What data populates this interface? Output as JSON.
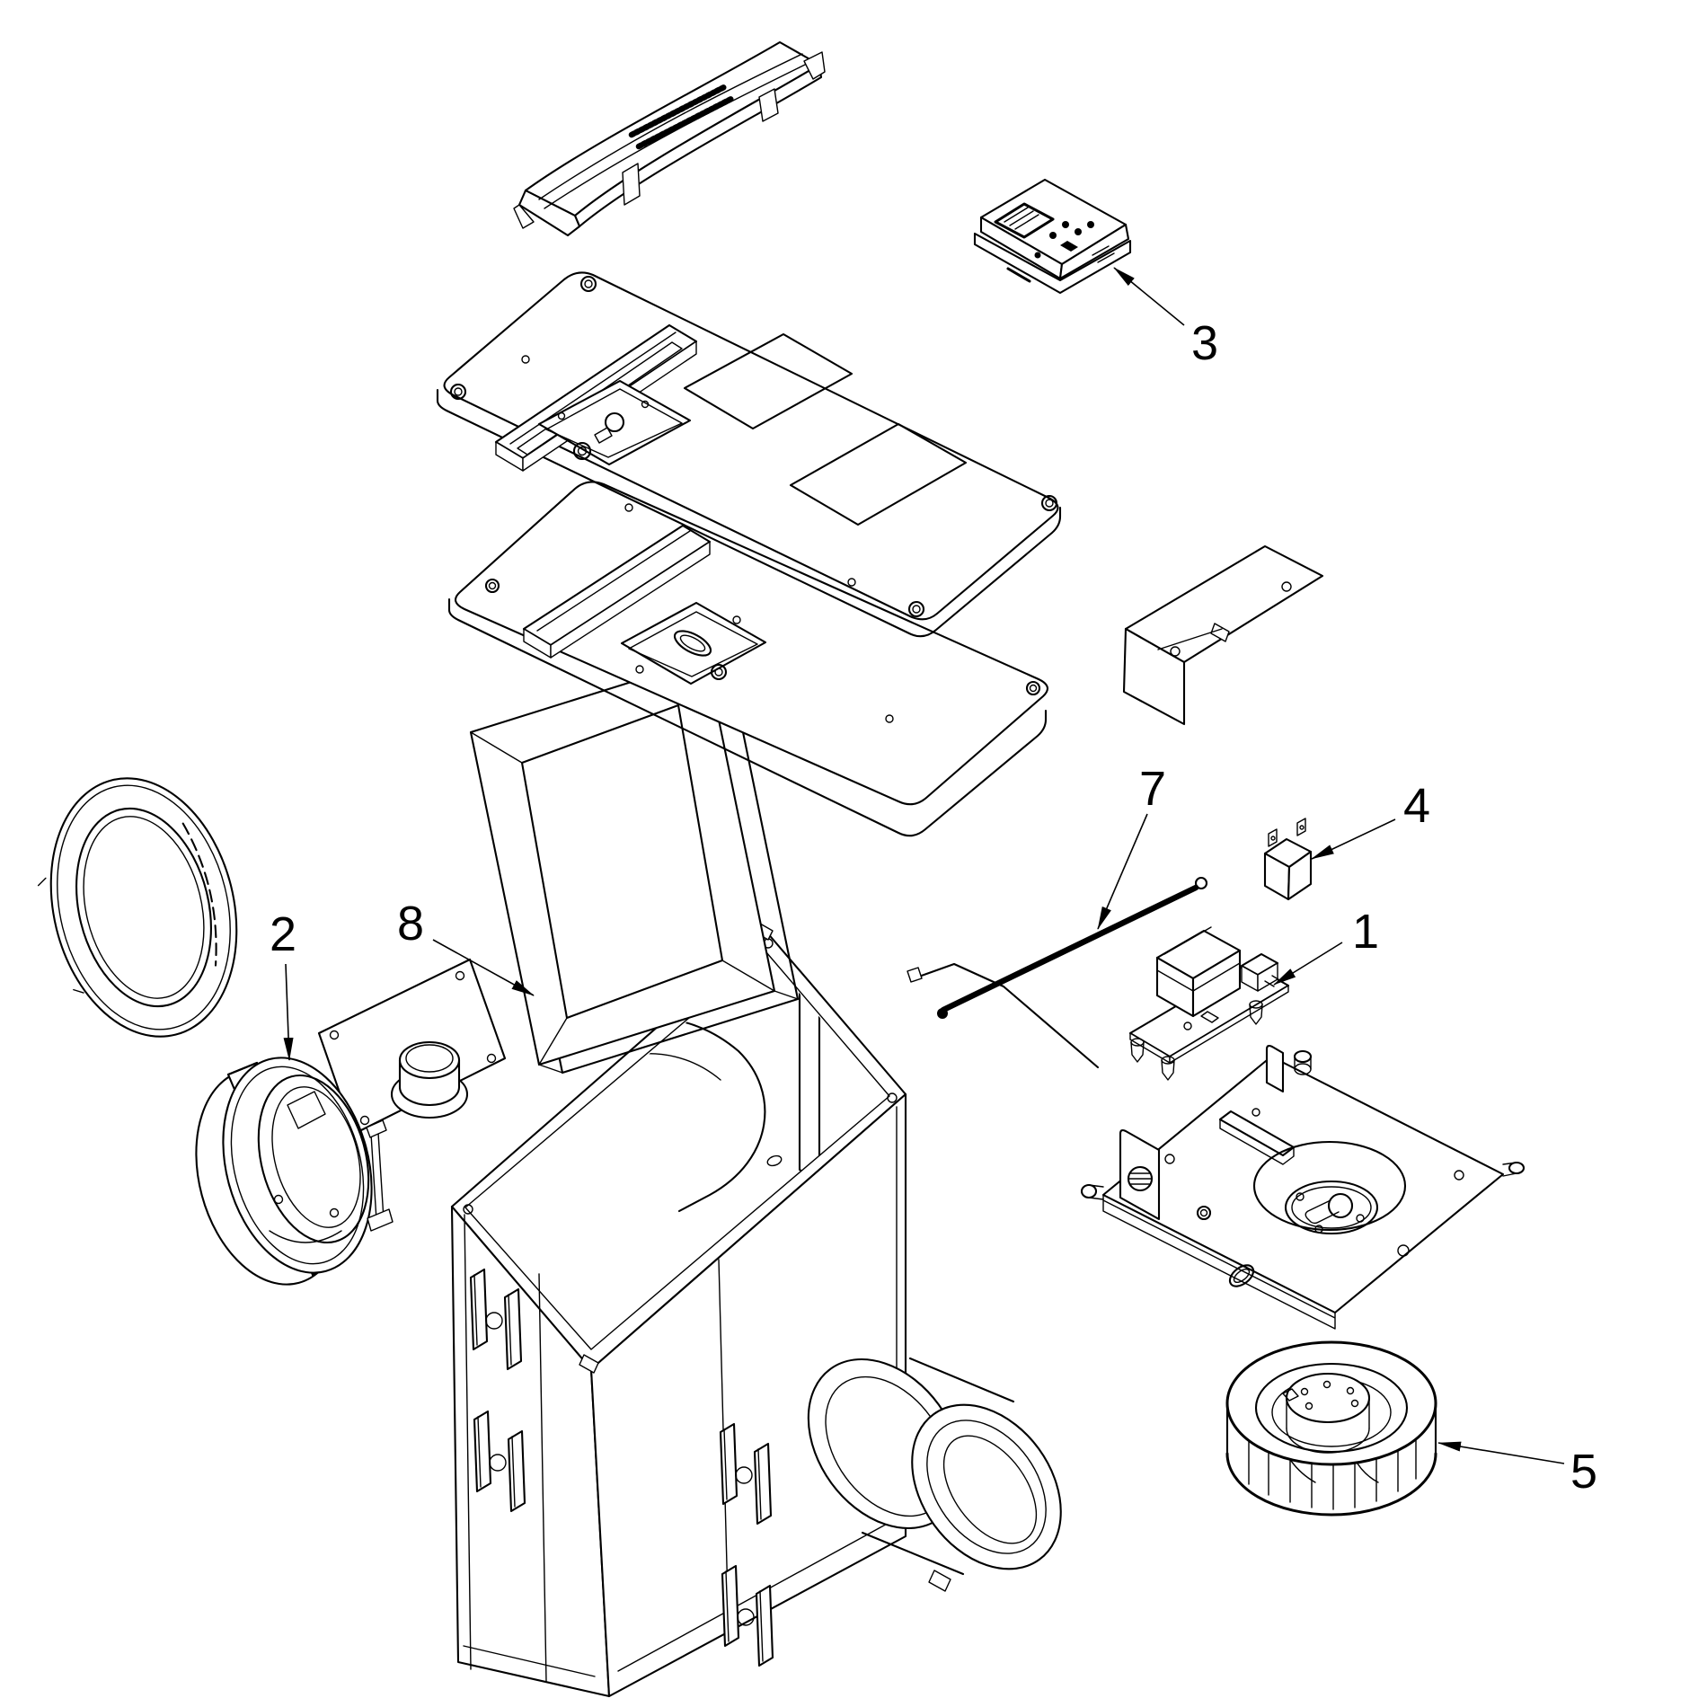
{
  "diagram": {
    "kind": "exploded-parts-diagram",
    "background_color": "#ffffff",
    "line_color": "#000000",
    "callouts": [
      {
        "number": "1"
      },
      {
        "number": "2"
      },
      {
        "number": "3"
      },
      {
        "number": "4"
      },
      {
        "number": "5"
      },
      {
        "number": "7"
      },
      {
        "number": "8"
      }
    ]
  }
}
